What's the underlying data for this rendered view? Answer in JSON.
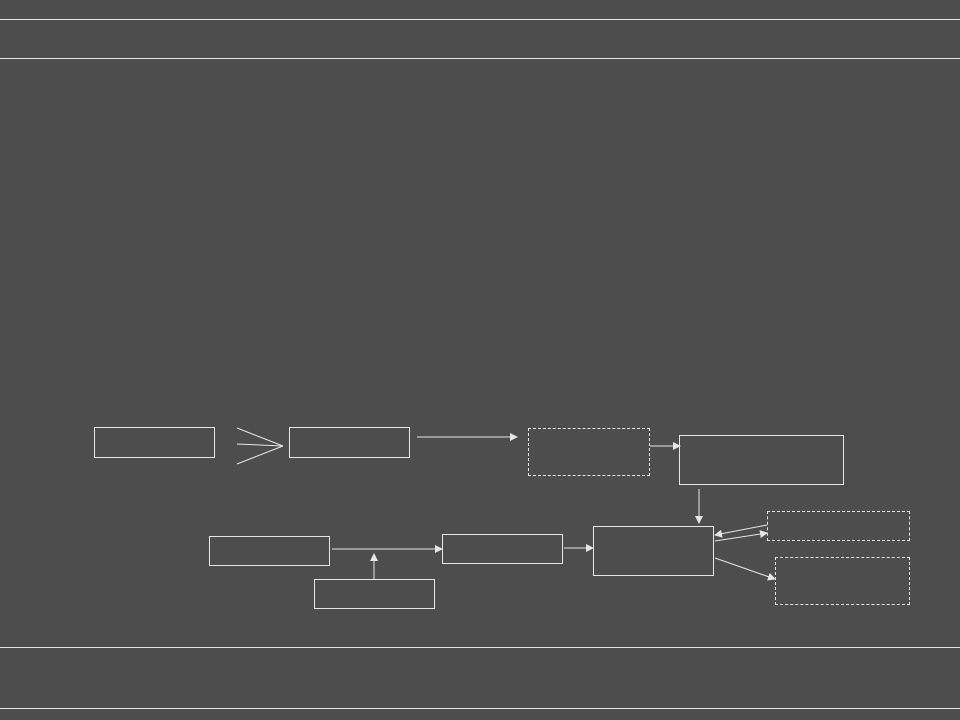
{
  "colors": {
    "background": "#4d4d4d",
    "line": "#e6e6e6"
  },
  "diagram": {
    "boxes": [
      {
        "id": "b1",
        "label": "",
        "dashed": false
      },
      {
        "id": "b2",
        "label": "",
        "dashed": false
      },
      {
        "id": "b3",
        "label": "",
        "dashed": true
      },
      {
        "id": "b4",
        "label": "",
        "dashed": false
      },
      {
        "id": "b5",
        "label": "",
        "dashed": false
      },
      {
        "id": "b6",
        "label": "",
        "dashed": false
      },
      {
        "id": "b7",
        "label": "",
        "dashed": false
      },
      {
        "id": "b8",
        "label": "",
        "dashed": false
      },
      {
        "id": "b9",
        "label": "",
        "dashed": true
      },
      {
        "id": "b10",
        "label": "",
        "dashed": true
      }
    ],
    "edges": [
      {
        "from": "b2",
        "to": "b3"
      },
      {
        "from": "b3",
        "to": "b4"
      },
      {
        "from": "b4",
        "to": "b8"
      },
      {
        "from": "b5",
        "to": "b7"
      },
      {
        "from": "b6",
        "to": "b5"
      },
      {
        "from": "b7",
        "to": "b8"
      },
      {
        "from": "b8",
        "to": "b9"
      },
      {
        "from": "b9",
        "to": "b8"
      },
      {
        "from": "b8",
        "to": "b10"
      }
    ]
  }
}
